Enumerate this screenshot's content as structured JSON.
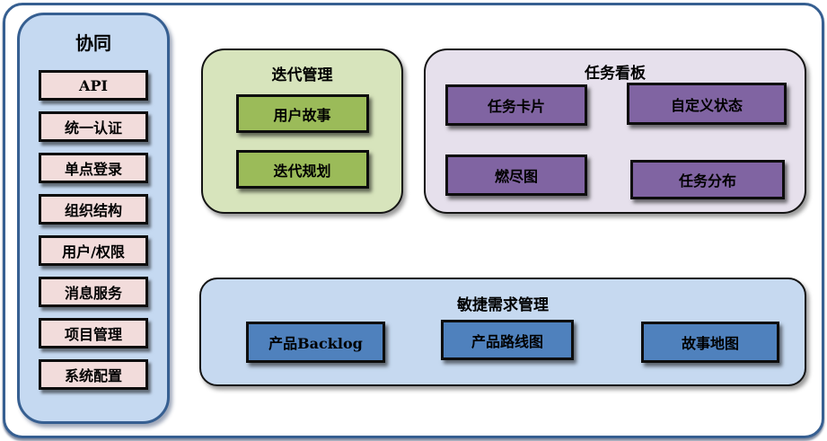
{
  "colors": {
    "outer_border": "#365f91",
    "sidebar_fill": "#c5d9f1",
    "sidebar_item_fill": "#f2dcdb",
    "iteration_panel_fill": "#d7e4bc",
    "iteration_item_fill": "#9bbb59",
    "kanban_panel_fill": "#e6e0ec",
    "kanban_item_fill": "#8064a2",
    "agile_panel_fill": "#c6d9f0",
    "agile_item_fill": "#4f81bd",
    "box_border": "#000000"
  },
  "sidebar": {
    "title": "协同",
    "items": [
      "API",
      "统一认证",
      "单点登录",
      "组织结构",
      "用户/权限",
      "消息服务",
      "项目管理",
      "系统配置"
    ]
  },
  "iteration_panel": {
    "title": "迭代管理",
    "items": [
      "用户故事",
      "迭代规划"
    ]
  },
  "kanban_panel": {
    "title": "任务看板",
    "items": [
      "任务卡片",
      "自定义状态",
      "燃尽图",
      "任务分布"
    ]
  },
  "agile_panel": {
    "title": "敏捷需求管理",
    "items": [
      "产品Backlog",
      "产品路线图",
      "故事地图"
    ]
  }
}
